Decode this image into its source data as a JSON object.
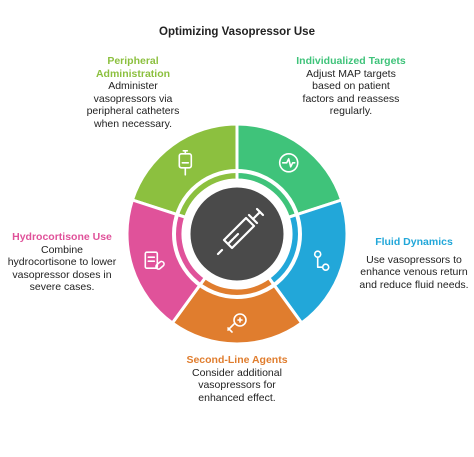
{
  "title": "Optimizing Vasopressor Use",
  "colors": {
    "green_light": "#8cc03f",
    "green": "#3fc37a",
    "blue": "#22a7d9",
    "orange": "#e07d2e",
    "pink": "#e0529a",
    "center": "#4a4a4a"
  },
  "segments": [
    {
      "id": "peripheral",
      "title": "Peripheral Administration",
      "body": "Administer vasopressors via peripheral catheters when necessary.",
      "color": "#8cc03f",
      "icon": "iv-bag-icon"
    },
    {
      "id": "individualized",
      "title": "Individualized Targets",
      "body": "Adjust MAP targets based on patient factors and reassess regularly.",
      "color": "#3fc37a",
      "icon": "heart-monitor-icon"
    },
    {
      "id": "fluid",
      "title": "Fluid Dynamics",
      "body": "Use vasopressors to enhance venous return and reduce fluid needs.",
      "color": "#22a7d9",
      "icon": "flow-nodes-icon"
    },
    {
      "id": "second_line",
      "title": "Second-Line Agents",
      "body": "Consider additional vasopressors for enhanced effect.",
      "color": "#e07d2e",
      "icon": "syringe-badge-icon"
    },
    {
      "id": "hydrocortisone",
      "title": "Hydrocortisone Use",
      "body": "Combine hydrocortisone to lower vasopressor doses in severe cases.",
      "color": "#e0529a",
      "icon": "clipboard-pill-icon"
    }
  ],
  "center_icon": "syringe-icon"
}
